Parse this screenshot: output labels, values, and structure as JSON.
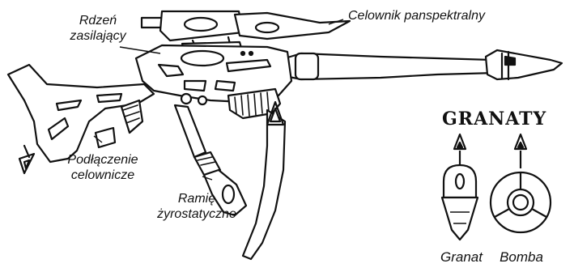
{
  "labels": {
    "core": [
      "Rdzeń",
      "zasilający"
    ],
    "scope": "Celownik panspektralny",
    "sight_link": [
      "Podłączenie",
      "celownicze"
    ],
    "gyro_arm": [
      "Ramię",
      "żyrostatyczne"
    ]
  },
  "grenades": {
    "title": "GRANATY",
    "items": [
      "Granat",
      "Bomba"
    ]
  },
  "colors": {
    "ink": "#111111",
    "paper": "#ffffff"
  }
}
